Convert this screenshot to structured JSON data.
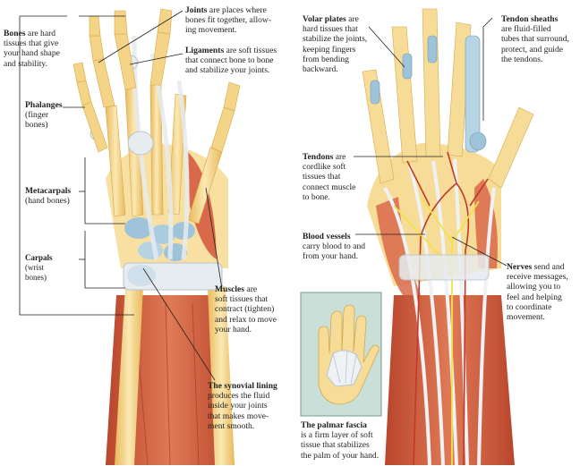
{
  "labels": {
    "bones": {
      "term": "Bones",
      "text": [
        " are hard",
        "tissues that give",
        "your hand shape",
        "and stability."
      ]
    },
    "joints": {
      "term": "Joints",
      "text": [
        " are places where",
        "bones fit together, allow-",
        "ing movement."
      ]
    },
    "ligaments": {
      "term": "Ligaments",
      "text": [
        " are soft tissues",
        "that connect bone to bone",
        "and stabilize your joints."
      ]
    },
    "phalanges": {
      "term": "Phalanges",
      "text": [
        "(finger",
        "bones)"
      ]
    },
    "metacarpals": {
      "term": "Metacarpals",
      "text": [
        "(hand bones)"
      ]
    },
    "carpals": {
      "term": "Carpals",
      "text": [
        "(wrist",
        "bones)"
      ]
    },
    "muscles": {
      "term": "Muscles",
      "text": [
        " are",
        "soft tissues that",
        "contract (tighten)",
        "and relax to move",
        "your hand."
      ]
    },
    "synovial": {
      "term": "The synovial lining",
      "text": [
        "produces the fluid",
        "inside your joints",
        "that makes move-",
        "ment smooth."
      ]
    },
    "volar": {
      "term": "Volar plates",
      "text": [
        " are",
        "hard tissues that",
        "stabilize the joints,",
        "keeping fingers",
        "from bending",
        "backward."
      ]
    },
    "sheaths": {
      "term": "Tendon sheaths",
      "text": [
        "are fluid-filled",
        "tubes that surround,",
        "protect, and guide",
        "the tendons."
      ]
    },
    "tendons": {
      "term": "Tendons",
      "text": [
        " are",
        "cordlike soft",
        "tissues that",
        "connect muscle",
        "to bone."
      ]
    },
    "vessels": {
      "term": "Blood vessels",
      "text": [
        "carry blood to and",
        "from your hand."
      ]
    },
    "nerves": {
      "term": "Nerves",
      "text": [
        " send and",
        "receive messages,",
        "allowing you to",
        "feel and helping",
        "to coordinate",
        "movement."
      ]
    },
    "fascia": {
      "term": "The palmar fascia",
      "text": [
        "is a firm layer of soft",
        "tissue that stabilizes",
        "the palm of your hand."
      ]
    }
  },
  "colors": {
    "bone": "#f4d486",
    "bone_light": "#fbe9b4",
    "muscle": "#d9694a",
    "muscle_dark": "#b8452c",
    "ligament": "#e7ecf0",
    "cartilage": "#9fc3d8",
    "vessel": "#c0392b",
    "nerve": "#f2e24a",
    "inset_bg": "#c8e0d8"
  }
}
